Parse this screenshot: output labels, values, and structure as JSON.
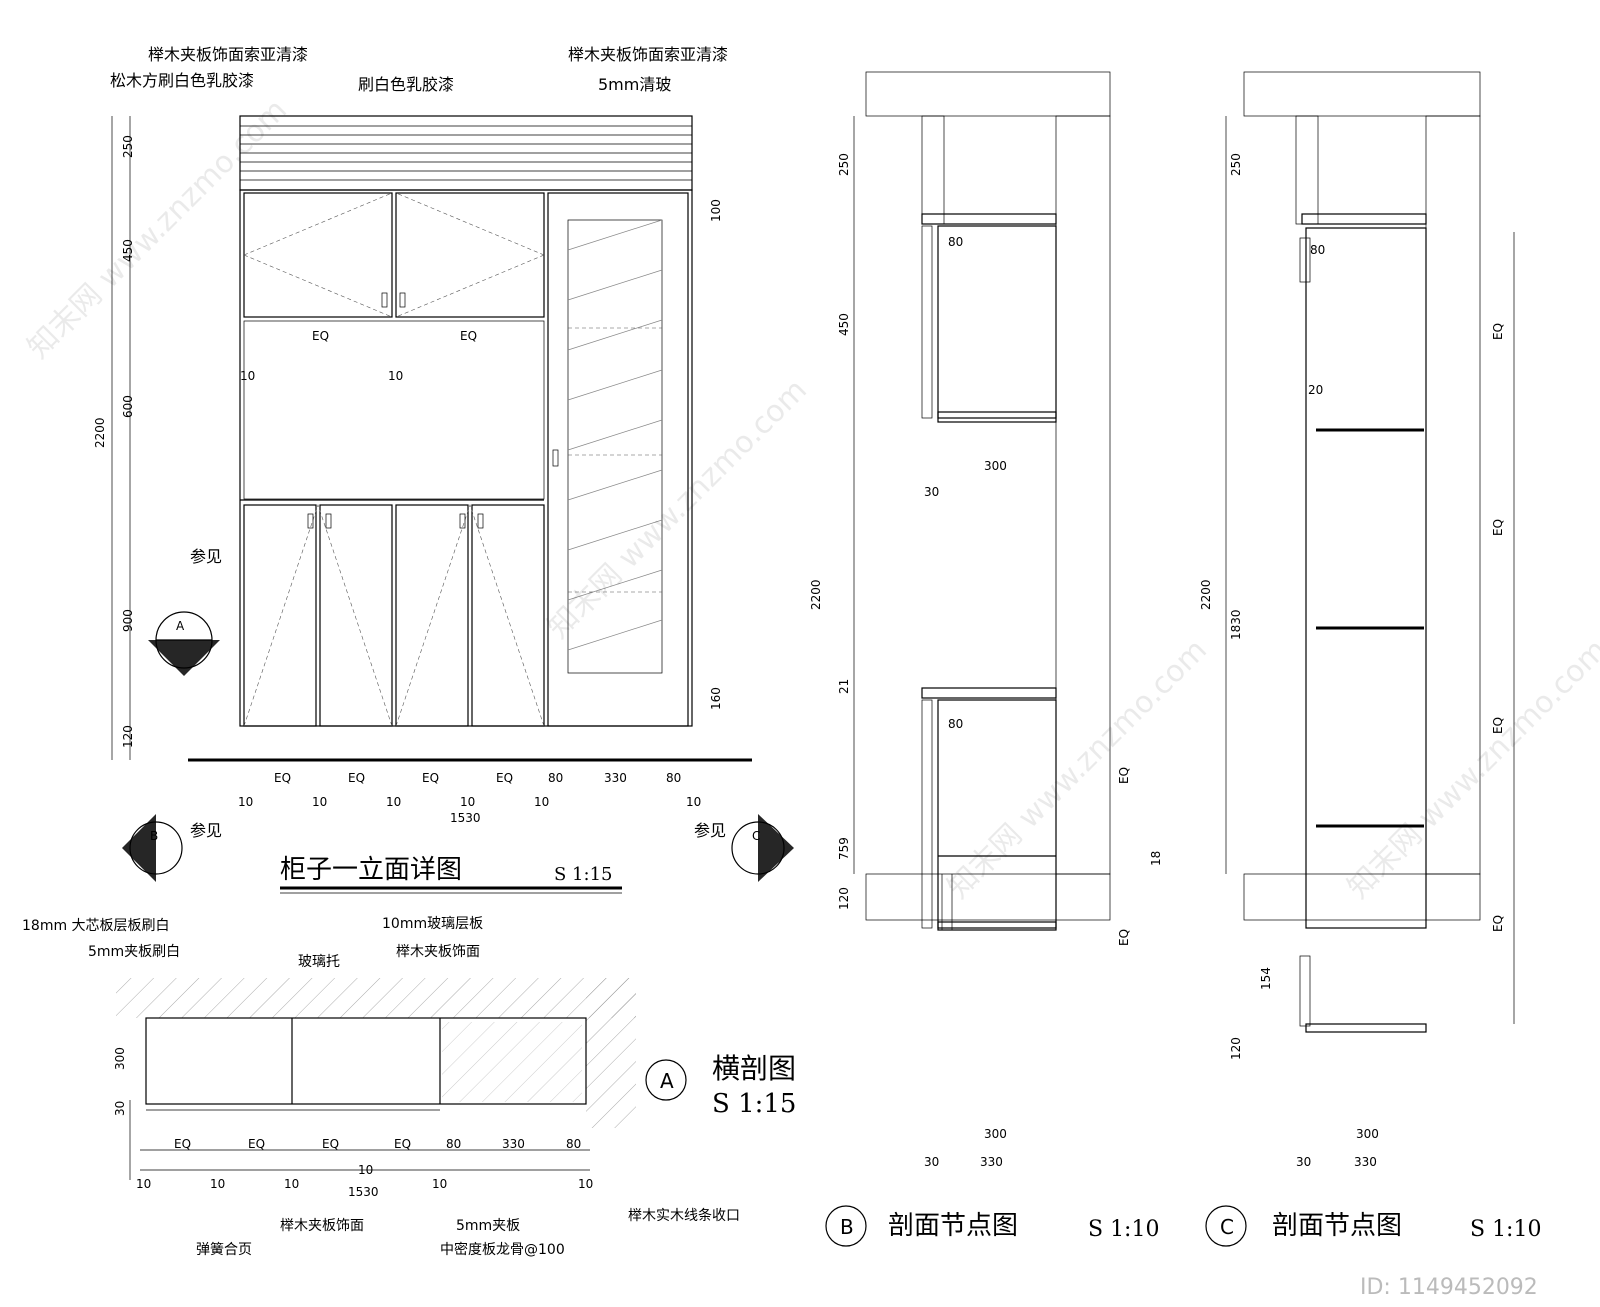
{
  "watermark": "知末网 www.znzmo.com",
  "image_id": "ID: 1149452092",
  "markers": {
    "a": "A",
    "b": "B",
    "c": "C"
  },
  "elevation": {
    "title": "柜子一立面详图",
    "scale": "S 1:15",
    "labels": [
      "榉木夹板饰面索亚清漆",
      "松木方刷白色乳胶漆",
      "刷白色乳胶漆",
      "榉木夹板饰面索亚清漆",
      "5mm清玻",
      "参见"
    ],
    "vdims": [
      "250",
      "450",
      "600",
      "900",
      "120",
      "2200",
      "100",
      "160"
    ],
    "hdims": [
      "80",
      "330",
      "1530"
    ],
    "eq": "EQ",
    "d10": "10"
  },
  "plan": {
    "title": "横剖图",
    "scale": "S 1:15",
    "labels": [
      "18mm 大芯板层板刷白",
      "5mm夹板刷白",
      "10mm玻璃层板",
      "榉木夹板饰面",
      "玻璃托",
      "榉木夹板饰面",
      "弹簧合页",
      "5mm夹板",
      "中密度板龙骨@100",
      "榉木实木线条收口"
    ],
    "vdims": [
      "300",
      "30"
    ]
  },
  "sectionB": {
    "title": "剖面节点图",
    "scale": "S 1:10",
    "vdims": [
      "250",
      "450",
      "2200",
      "21",
      "759",
      "120",
      "18"
    ],
    "hdims": [
      "80",
      "300",
      "30",
      "330"
    ]
  },
  "sectionC": {
    "title": "剖面节点图",
    "scale": "S 1:10",
    "vdims": [
      "250",
      "2200",
      "1830",
      "154",
      "120"
    ],
    "hdims": [
      "20"
    ]
  }
}
